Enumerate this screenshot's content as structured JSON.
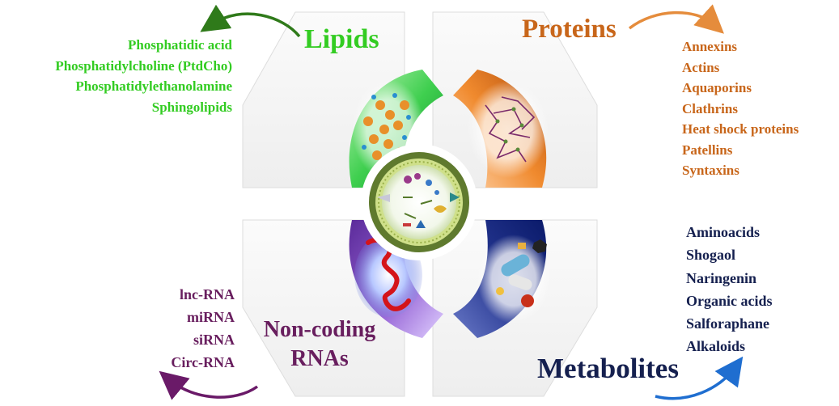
{
  "colors": {
    "lipids": "#33cc22",
    "proteins": "#c8661a",
    "metabolites": "#15204f",
    "non_coding": "#681e5e",
    "lipids_arrow": "#2f7a1a",
    "proteins_arrow": "#e58c3c",
    "metabolites_arrow": "#1f6ed0",
    "non_coding_arrow": "#6a1a68"
  },
  "sections": {
    "lipids": {
      "title": "Lipids",
      "items": [
        "Phosphatidic acid",
        "Phosphatidylcholine (PtdCho)",
        "Phosphatidylethanolamine",
        "Sphingolipids"
      ],
      "icon": "lipid-molecule-icon"
    },
    "proteins": {
      "title": "Proteins",
      "items": [
        "Annexins",
        "Actins",
        "Aquaporins",
        "Clathrins",
        "Heat shock proteins",
        "Patellins",
        "Syntaxins"
      ],
      "icon": "protein-structure-icon"
    },
    "metabolites": {
      "title": "Metabolites",
      "items": [
        "Aminoacids",
        "Shogaol",
        "Naringenin",
        "Organic acids",
        "Salforaphane",
        "Alkaloids"
      ],
      "icon": "metabolite-pills-icon"
    },
    "non_coding": {
      "title_line1": "Non-coding",
      "title_line2": "RNAs",
      "items": [
        "lnc-RNA",
        "miRNA",
        "siRNA",
        "Circ-RNA"
      ],
      "icon": "rna-strand-icon"
    }
  },
  "center": {
    "icon": "extracellular-vesicle-icon"
  }
}
